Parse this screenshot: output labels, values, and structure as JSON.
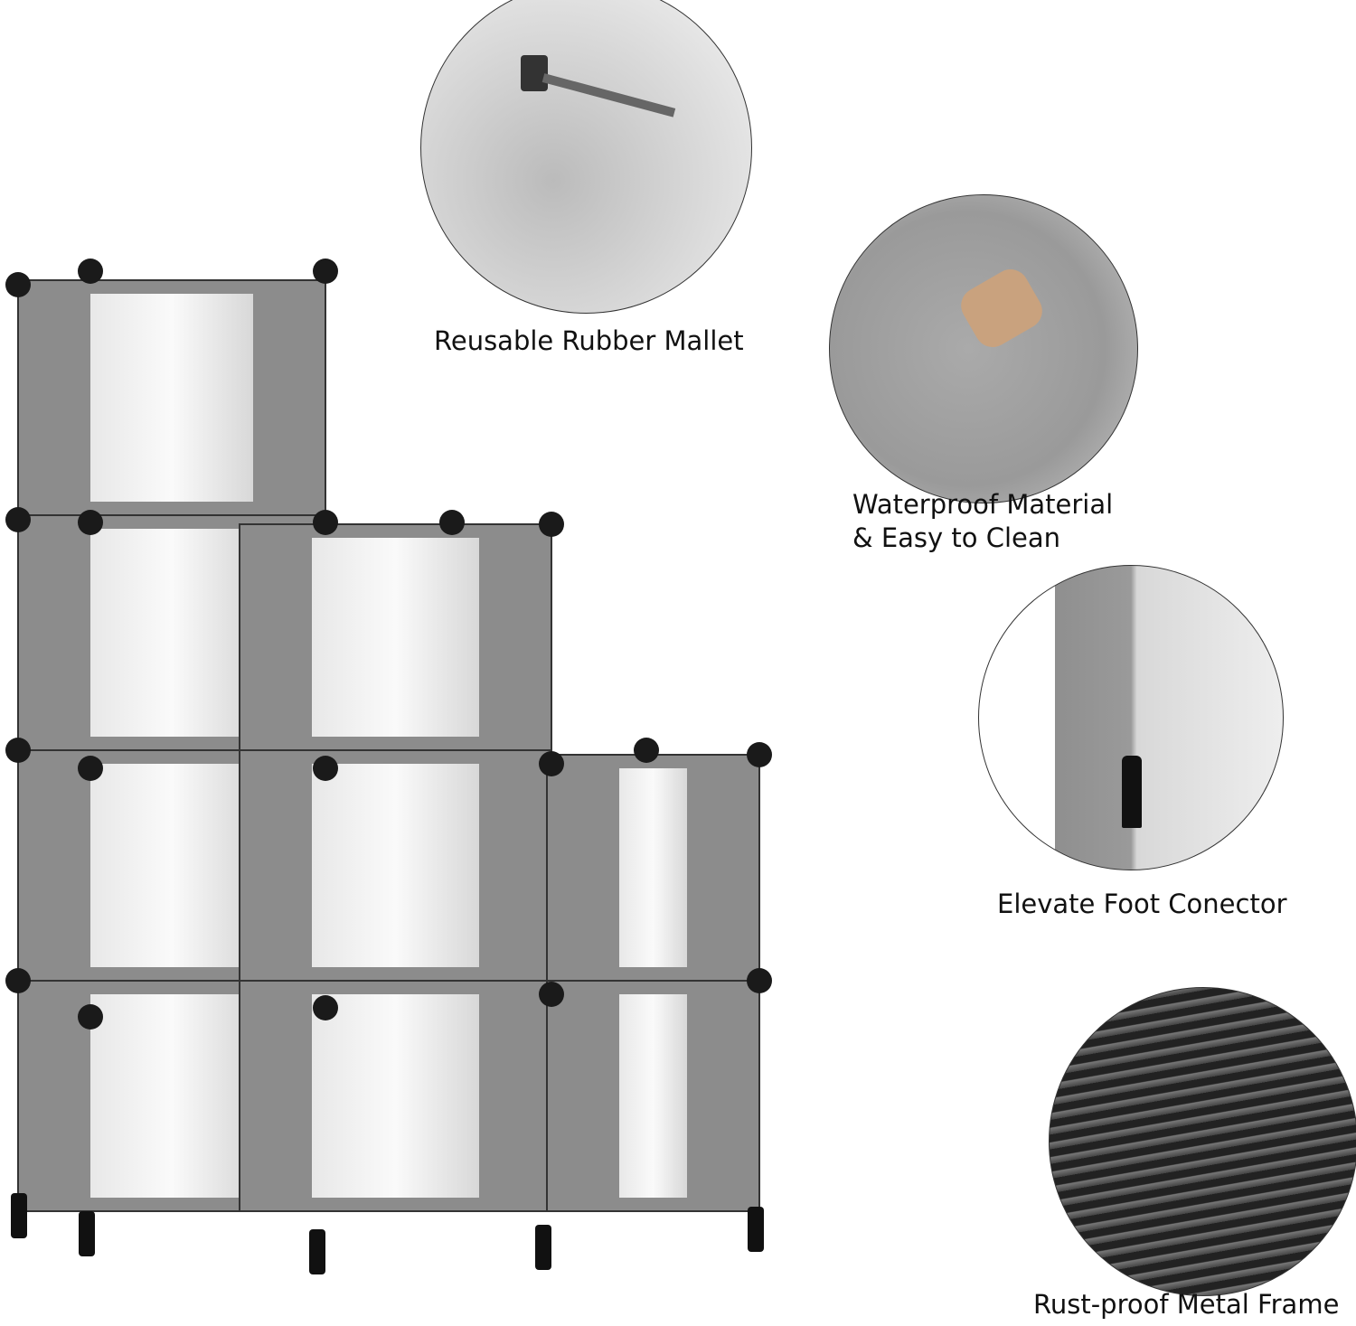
{
  "features": [
    {
      "caption": "Reusable Rubber Mallet",
      "icon": "rubber-mallet"
    },
    {
      "caption_line1": "Waterproof Material",
      "caption_line2": "& Easy to Clean",
      "icon": "water-droplets"
    },
    {
      "caption": "Elevate Foot Conector",
      "icon": "foot-connector"
    },
    {
      "caption": "Rust-proof Metal Frame",
      "icon": "metal-frame"
    }
  ],
  "colors": {
    "panel": "#8a8a8a",
    "panel_light": "#e6e6e6",
    "connector": "#1a1a1a"
  }
}
